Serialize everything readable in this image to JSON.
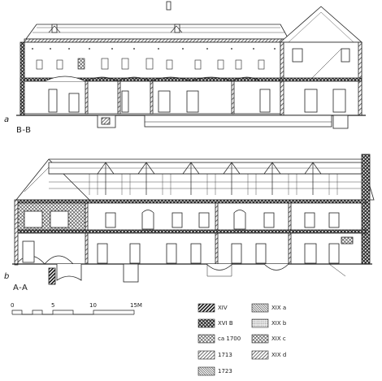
{
  "sections": {
    "upper": {
      "letter": "a",
      "title": "B-B"
    },
    "lower": {
      "letter": "b",
      "title": "A-A"
    }
  },
  "scale_bar": {
    "ticks": [
      "0",
      "5",
      "10",
      "15M"
    ]
  },
  "legend": {
    "left": [
      {
        "label": "XIV",
        "pattern": "solid-hatch"
      },
      {
        "label": "XVI B",
        "pattern": "cross-dark"
      },
      {
        "label": "ca 1700",
        "pattern": "cross-light"
      },
      {
        "label": "1713",
        "pattern": "diag-light"
      },
      {
        "label": "1723",
        "pattern": "diag-fine"
      }
    ],
    "right": [
      {
        "label": "XIX a",
        "pattern": "diag-fine"
      },
      {
        "label": "XIX b",
        "pattern": "dots"
      },
      {
        "label": "XIX c",
        "pattern": "cross-light"
      },
      {
        "label": "XIX d",
        "pattern": "diag-light"
      }
    ]
  }
}
